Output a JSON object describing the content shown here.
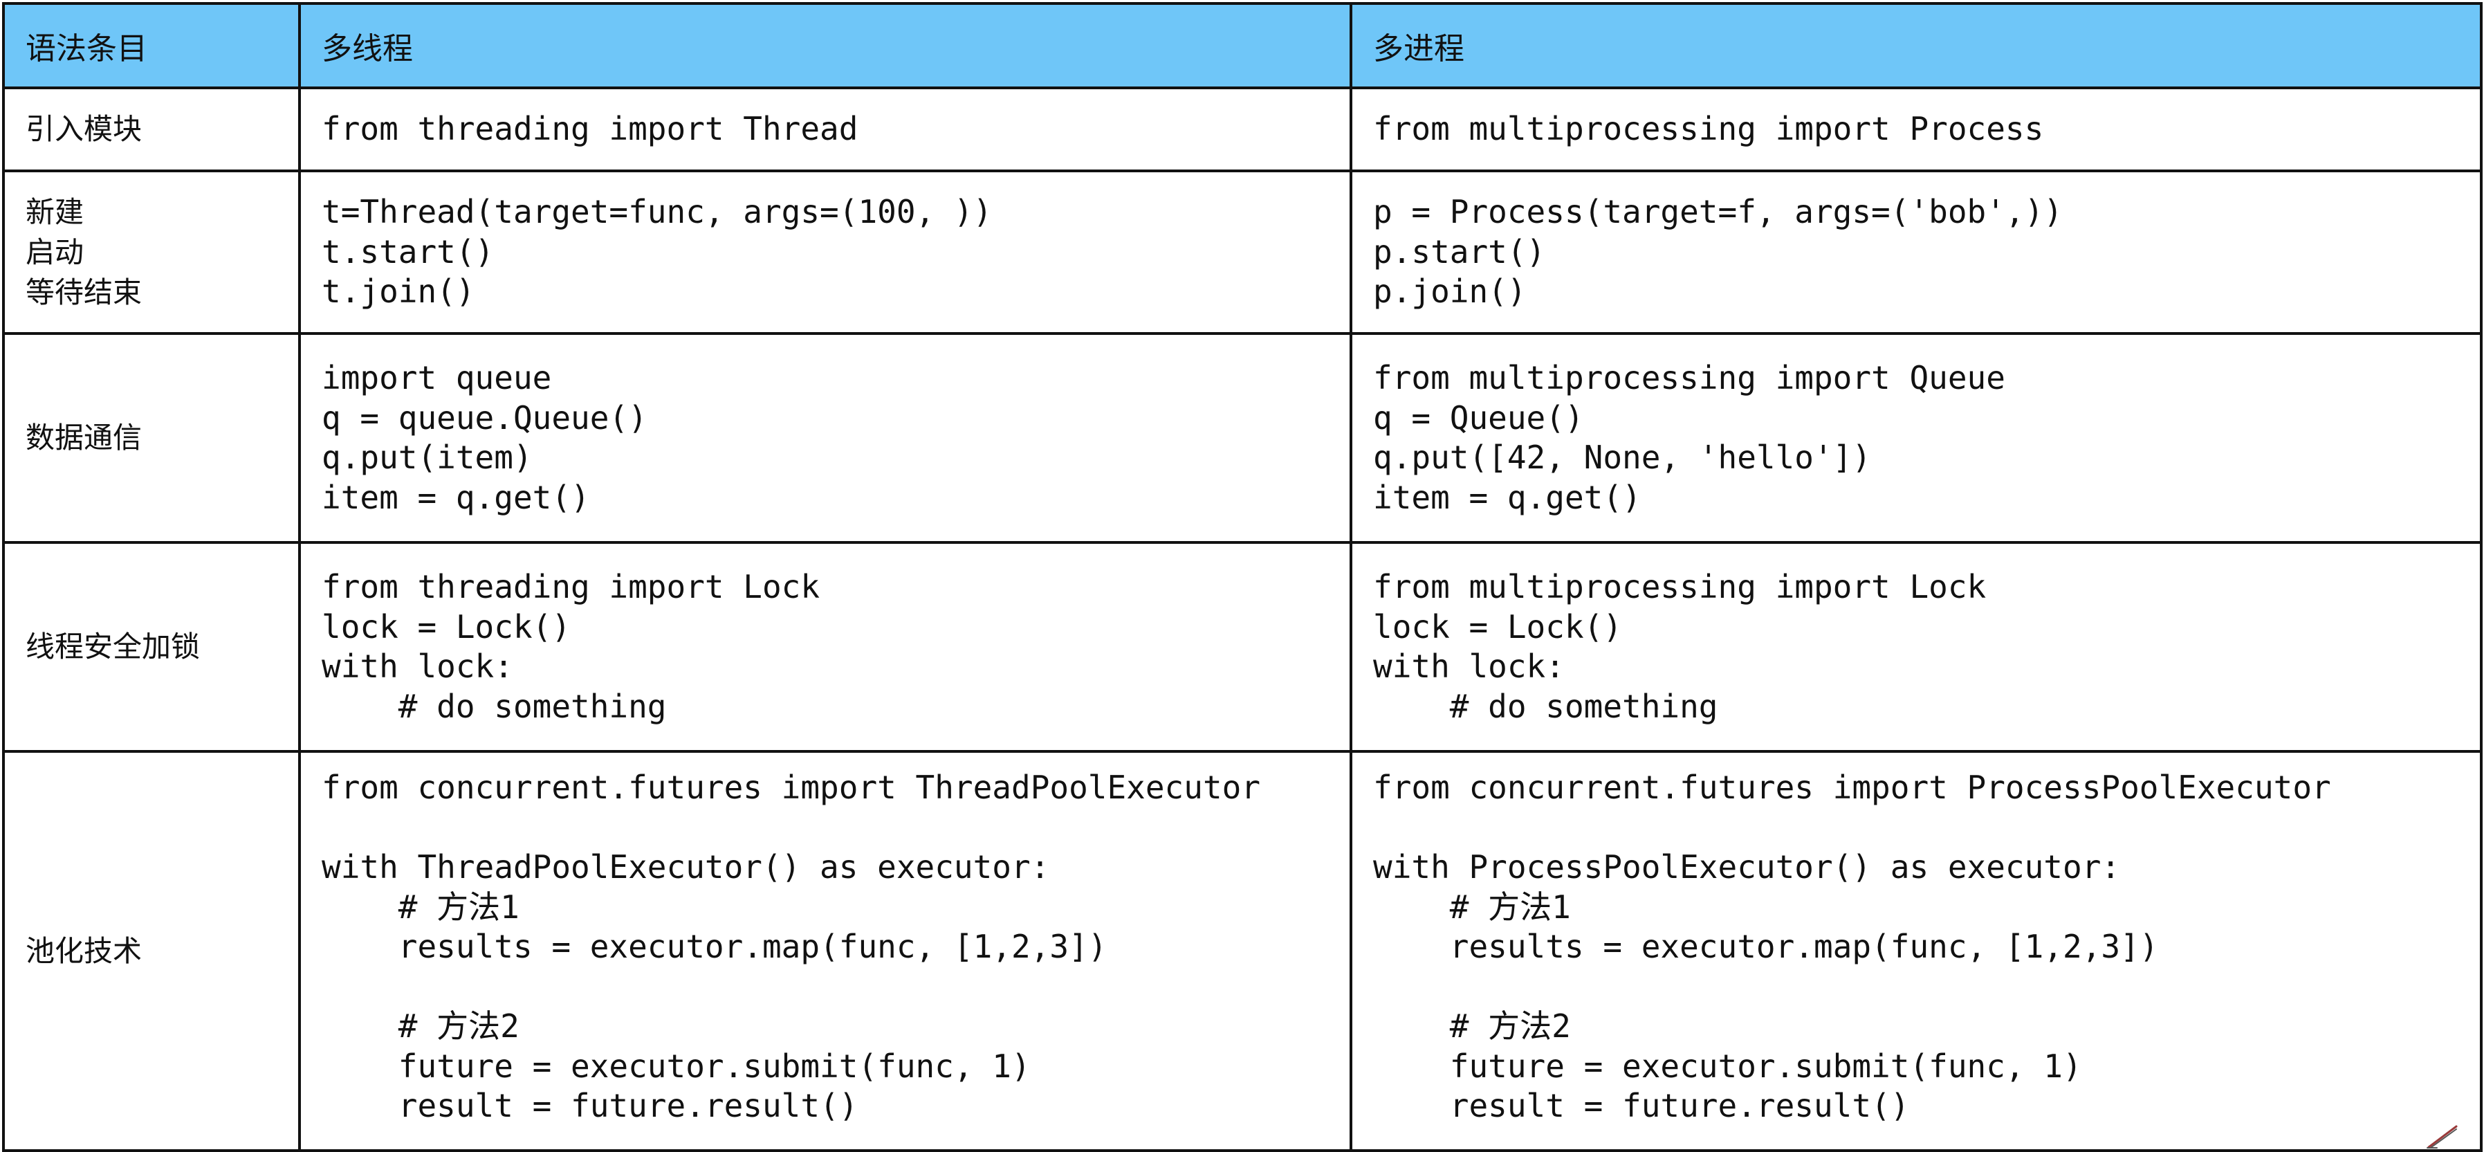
{
  "header": {
    "col_item": "语法条目",
    "col_thread": "多线程",
    "col_process": "多进程"
  },
  "rows": [
    {
      "label": "引入模块",
      "thread": "from threading import Thread",
      "process": "from multiprocessing import Process"
    },
    {
      "label": "新建\n启动\n等待结束",
      "thread": "t=Thread(target=func, args=(100, ))\nt.start()\nt.join()",
      "process": "p = Process(target=f, args=('bob',))\np.start()\np.join()"
    },
    {
      "label": "数据通信",
      "thread": "import queue\nq = queue.Queue()\nq.put(item)\nitem = q.get()",
      "process": "from multiprocessing import Queue\nq = Queue()\nq.put([42, None, 'hello'])\nitem = q.get()"
    },
    {
      "label": "线程安全加锁",
      "thread": "from threading import Lock\nlock = Lock()\nwith lock:\n    # do something",
      "process": "from multiprocessing import Lock\nlock = Lock()\nwith lock:\n    # do something"
    },
    {
      "label": "池化技术",
      "thread": "from concurrent.futures import ThreadPoolExecutor\n\nwith ThreadPoolExecutor() as executor:\n    # 方法1\n    results = executor.map(func, [1,2,3])\n\n    # 方法2\n    future = executor.submit(func, 1)\n    result = future.result()",
      "process": "from concurrent.futures import ProcessPoolExecutor\n\nwith ProcessPoolExecutor() as executor:\n    # 方法1\n    results = executor.map(func, [1,2,3])\n\n    # 方法2\n    future = executor.submit(func, 1)\n    result = future.result()"
    }
  ],
  "colors": {
    "header_bg": "#6fc6f8",
    "border": "#111111",
    "text": "#111111"
  },
  "icons": {
    "corner": "pen-icon"
  }
}
